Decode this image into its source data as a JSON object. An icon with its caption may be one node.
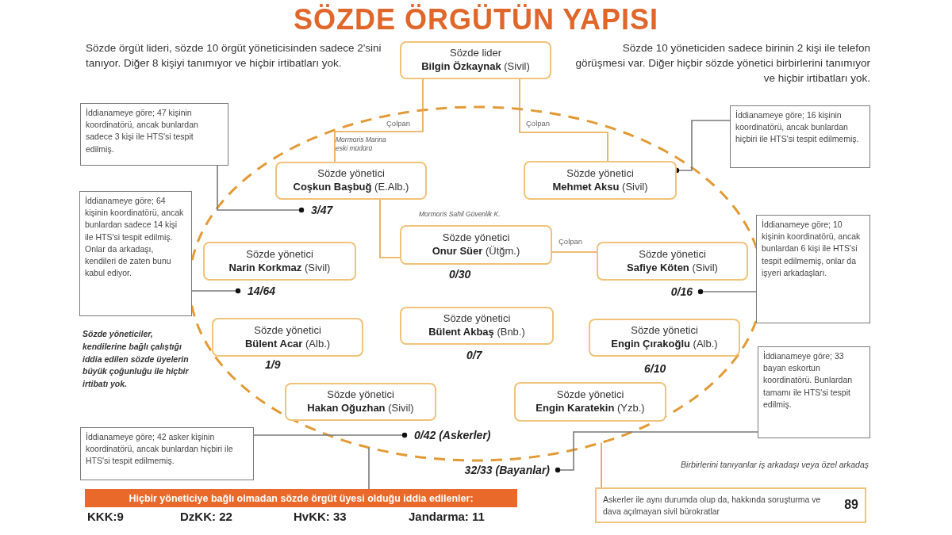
{
  "diagram": {
    "title": "SÖZDE ÖRGÜTÜN YAPISI",
    "nodes": [
      {
        "text": [
          "Sözde lider",
          "**Bilgin Özkaynak** (Sivil)"
        ]
      },
      {
        "text": [
          "İddianameye göre; 47 kişinin koordinatörü, ancak bunlardan sadece 3 kişi ile HTS'si tespit edilmiş."
        ]
      },
      {
        "text": [
          "İddianameye göre; 16 kişinin koordinatörü, ancak bunlardan hiçbiri ile HTS'si tespit edilmemiş."
        ]
      },
      {
        "text": [],
        "shape": "ellipse"
      },
      {
        "text": [
          "Sözde yönetici",
          "**Coşkun Başbuğ** (E.Alb.)"
        ],
        "in": 3,
        "beside": [
          "Mormoris Marina eski müdürü"
        ]
      },
      {
        "text": [
          "Sözde yönetici",
          "**Mehmet Aksu** (Sivil)"
        ],
        "in": 3
      },
      {
        "text": [
          "3/47"
        ],
        "in": 3
      },
      {
        "text": [
          "İddianameye göre; 64 kişinin koordinatörü, ancak bunlardan sadece 14 kişi ile HTS'si tespit edilmiş. Onlar da arkadaşı, kendileri de zaten bunu kabul ediyor."
        ]
      },
      {
        "text": [
          "Sözde yönetici",
          "**Onur Süer** (Ütğm.)"
        ],
        "in": 3,
        "beside": [
          "Mormoris Sahil Güvenlik K.",
          "0/30"
        ]
      },
      {
        "text": [
          "Sözde yönetici",
          "**Narin Korkmaz** (Sivil)"
        ],
        "in": 3
      },
      {
        "text": [
          "Sözde yönetici",
          "**Safiye Köten** (Sivil)"
        ],
        "in": 3
      },
      {
        "text": [
          "İddianameye göre; 10 kişinin koordinatörü, ancak bunlardan 6 kişi ile HTS'si tespit edilmemiş, onlar da işyeri arkadaşları."
        ]
      },
      {
        "text": [
          "14/64"
        ],
        "in": 3
      },
      {
        "text": [
          "0/16"
        ],
        "in": 3
      },
      {
        "text": [
          "Sözde yönetici",
          "**Bülent Acar** (Alb.)"
        ],
        "in": 3,
        "beside": [
          "1/9"
        ]
      },
      {
        "text": [
          "Sözde yönetici",
          "**Bülent Akbaş** (Bnb.)"
        ],
        "in": 3,
        "beside": [
          "0/7"
        ]
      },
      {
        "text": [
          "Sözde yönetici",
          "**Engin Çırakoğlu** (Alb.)"
        ],
        "in": 3,
        "beside": [
          "6/10"
        ]
      },
      {
        "text": [
          "İddianameye göre; 33 bayan eskortun koordinatörü. Bunlardan tamamı ile HTS'si tespit edilmiş."
        ]
      },
      {
        "text": [
          "Sözde yönetici",
          "**Hakan Oğuzhan** (Sivil)"
        ],
        "in": 3
      },
      {
        "text": [
          "Sözde yönetici",
          "**Engin Karatekin** (Yzb.)"
        ],
        "in": 3
      },
      {
        "text": [
          "İddianameye göre; 42 asker kişinin koordinatörü, ancak bunlardan hiçbiri ile HTS'si tespit edilmemiş."
        ]
      },
      {
        "text": [
          "0/42 (Askerler)"
        ],
        "in": 3
      },
      {
        "text": [
          "32/33 (Bayanlar)"
        ]
      },
      {
        "text": [
          "Hiçbir yöneticiye bağlı olmadan sözde örgüt üyesi olduğu iddia edilenler:"
        ],
        "beside": [
          "KKK:9",
          "DzKK: 22",
          "HvKK: 33",
          "Jandarma: 11"
        ]
      },
      {
        "text": [
          "Askerler ile aynı durumda olup da, hakkında soruşturma ve dava açılmayan sivil bürokratlar",
          "89"
        ]
      }
    ],
    "edges": [
      {
        "from": 0,
        "to": 4,
        "arrow": "none",
        "label": "Çolpan",
        "color": "#e8a444"
      },
      {
        "from": 0,
        "to": 5,
        "arrow": "none",
        "label": "Çolpan",
        "color": "#e8a444"
      },
      {
        "from": 4,
        "to": 8,
        "arrow": "none",
        "color": "#e8a444"
      },
      {
        "from": 8,
        "to": 10,
        "arrow": "none",
        "label": "Çolpan",
        "color": "#e8a444"
      },
      {
        "from": 1,
        "to": 6,
        "arrow": "other"
      },
      {
        "from": 2,
        "to": 5,
        "arrow": "other"
      },
      {
        "from": 7,
        "to": 12,
        "arrow": "other"
      },
      {
        "from": 11,
        "to": 13,
        "arrow": "other"
      },
      {
        "from": 17,
        "to": 22,
        "arrow": "other"
      },
      {
        "from": 20,
        "to": 21,
        "arrow": "other"
      },
      {
        "from": 23,
        "to": 3,
        "arrow": "none"
      },
      {
        "from": 24,
        "to": 3,
        "arrow": "none",
        "color": "#d99a5c"
      }
    ],
    "labels": [
      "Sözde örgüt lideri, sözde 10 örgüt yöneticisinden sadece 2'sini tanıyor. Diğer 8 kişiyi tanımıyor ve hiçbir irtibatları yok.",
      "Sözde 10 yöneticiden sadece birinin 2 kişi ile telefon görüşmesi var. Diğer hiçbir sözde yönetici birbirlerini tanımıyor ve hiçbir irtibatları yok.",
      "Sözde yöneticiler, kendilerine bağlı çalıştığı iddia edilen sözde üyelerin büyük çoğunluğu ile hiçbir irtibatı yok.",
      "Birbirlerini tanıyanlar iş arkadaşı veya özel arkadaş"
    ]
  }
}
